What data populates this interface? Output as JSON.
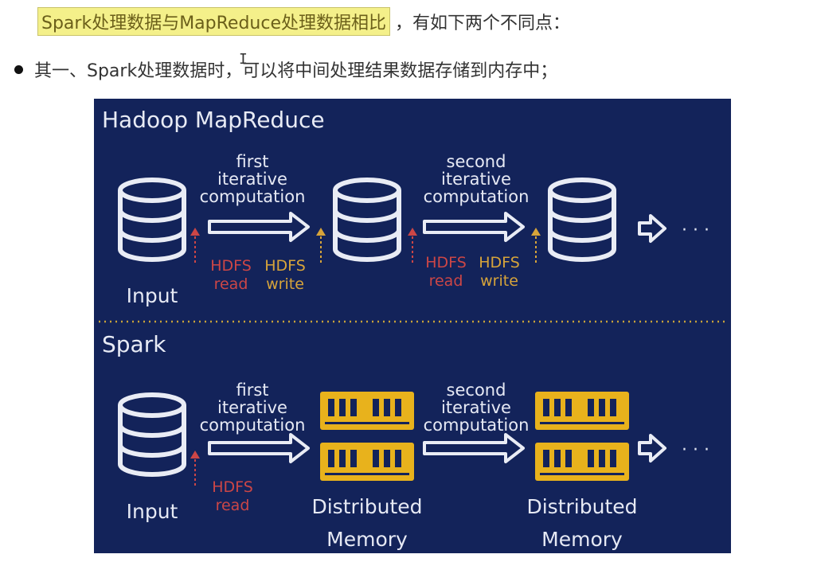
{
  "heading": {
    "highlighted": "Spark处理数据与MapReduce处理数据相比",
    "rest": "，有如下两个不同点："
  },
  "bullet": {
    "text": "其一、Spark处理数据时，可以将中间处理结果数据存储到内存中；"
  },
  "cursor_glyph": "I",
  "diagram": {
    "hadoop": {
      "title": "Hadoop MapReduce",
      "input_label": "Input",
      "step1": [
        "first",
        "iterative",
        "computation"
      ],
      "step2": [
        "second",
        "iterative",
        "computation"
      ],
      "hdfs1_read": [
        "HDFS",
        "read"
      ],
      "hdfs1_write": [
        "HDFS",
        "write"
      ],
      "hdfs2_read": [
        "HDFS",
        "read"
      ],
      "hdfs2_write": [
        "HDFS",
        "write"
      ],
      "ellipsis": "· · ·"
    },
    "spark": {
      "title": "Spark",
      "input_label": "Input",
      "step1": [
        "first",
        "iterative",
        "computation"
      ],
      "step2": [
        "second",
        "iterative",
        "computation"
      ],
      "hdfs_read": [
        "HDFS",
        "read"
      ],
      "mem1": [
        "Distributed",
        "Memory"
      ],
      "mem2": [
        "Distributed",
        "Memory"
      ],
      "ellipsis": "· · ·"
    },
    "colors": {
      "background": "#13235a",
      "icon": "#e9ecf5",
      "memory": "#e8b21c",
      "hdfs_read": "#cc4646",
      "hdfs_write": "#d7a43a",
      "divider": "#c9a338"
    }
  }
}
